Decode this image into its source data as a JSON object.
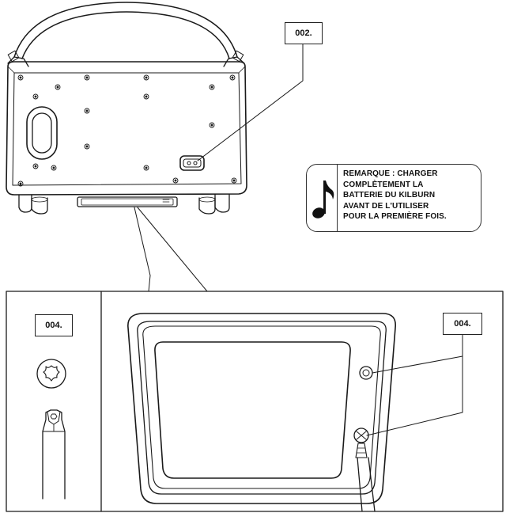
{
  "labels": {
    "power_inlet": "002.",
    "screwdriver_callout": "004.",
    "screw_callout": "004."
  },
  "note": {
    "icon": "music-note-icon",
    "lines": [
      "REMARQUE : CHARGER",
      "COMPLÈTEMENT LA",
      "BATTERIE DU KILBURN",
      "AVANT DE L'UTILISER",
      "POUR LA PREMIÈRE FOIS."
    ]
  },
  "colors": {
    "line": "#1a1a1a",
    "background": "#ffffff"
  }
}
